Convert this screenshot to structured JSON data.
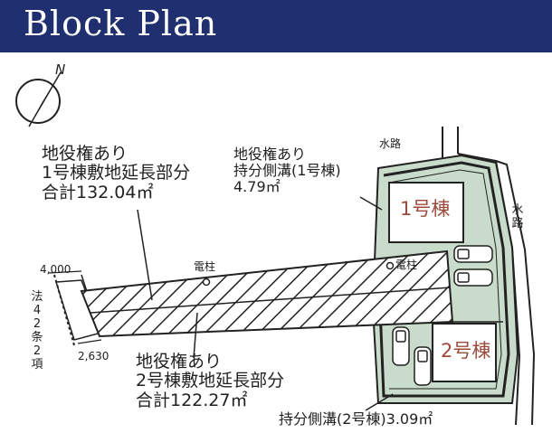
{
  "header": {
    "title": "Block Plan"
  },
  "compass": {
    "north_letter": "N"
  },
  "colors": {
    "header_bg": "#1f2f6f",
    "building_label": "#9b4a3c",
    "parcel_green": "#c9dccb"
  },
  "labels": {
    "easement_1": [
      "地役権あり",
      "1号棟敷地延長部分",
      "合計132.04㎡"
    ],
    "easement_2": [
      "地役権あり",
      "2号棟敷地延長部分",
      "合計122.27㎡"
    ],
    "easement_ditch_1": [
      "地役権あり",
      "持分側溝(1号棟)",
      "4.79㎡"
    ],
    "ditch_2": "持分側溝(2号棟)3.09㎡",
    "waterway_top": "水路",
    "waterway_right": "水路",
    "utility_pole_1": "電柱",
    "utility_pole_2": "電柱",
    "dim_width": "4,000",
    "dim_bottom": "2,630",
    "road_law": "法42条2項",
    "building_1": "1号棟",
    "building_2": "2号棟"
  }
}
